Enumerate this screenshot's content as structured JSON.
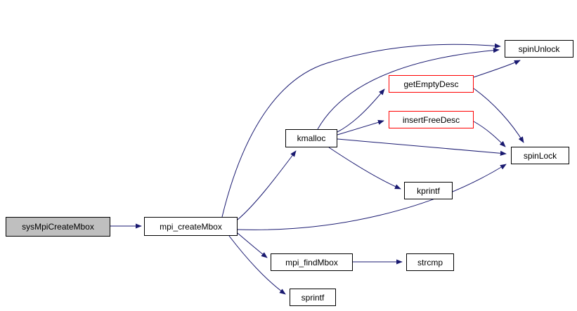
{
  "diagram": {
    "type": "call-graph",
    "root": "sysMpiCreateMbox",
    "nodes": [
      {
        "id": "sysMpiCreateMbox",
        "label": "sysMpiCreateMbox",
        "style": "current"
      },
      {
        "id": "mpi_createMbox",
        "label": "mpi_createMbox",
        "style": "normal"
      },
      {
        "id": "kmalloc",
        "label": "kmalloc",
        "style": "normal"
      },
      {
        "id": "getEmptyDesc",
        "label": "getEmptyDesc",
        "style": "truncated"
      },
      {
        "id": "insertFreeDesc",
        "label": "insertFreeDesc",
        "style": "truncated"
      },
      {
        "id": "spinUnlock",
        "label": "spinUnlock",
        "style": "normal"
      },
      {
        "id": "spinLock",
        "label": "spinLock",
        "style": "normal"
      },
      {
        "id": "kprintf",
        "label": "kprintf",
        "style": "normal"
      },
      {
        "id": "mpi_findMbox",
        "label": "mpi_findMbox",
        "style": "normal"
      },
      {
        "id": "strcmp",
        "label": "strcmp",
        "style": "normal"
      },
      {
        "id": "sprintf",
        "label": "sprintf",
        "style": "normal"
      }
    ],
    "edges": [
      {
        "from": "sysMpiCreateMbox",
        "to": "mpi_createMbox"
      },
      {
        "from": "mpi_createMbox",
        "to": "kmalloc"
      },
      {
        "from": "mpi_createMbox",
        "to": "spinUnlock"
      },
      {
        "from": "mpi_createMbox",
        "to": "spinLock"
      },
      {
        "from": "mpi_createMbox",
        "to": "mpi_findMbox"
      },
      {
        "from": "mpi_createMbox",
        "to": "sprintf"
      },
      {
        "from": "kmalloc",
        "to": "getEmptyDesc"
      },
      {
        "from": "kmalloc",
        "to": "insertFreeDesc"
      },
      {
        "from": "kmalloc",
        "to": "spinLock"
      },
      {
        "from": "kmalloc",
        "to": "spinUnlock"
      },
      {
        "from": "kmalloc",
        "to": "kprintf"
      },
      {
        "from": "getEmptyDesc",
        "to": "spinUnlock"
      },
      {
        "from": "getEmptyDesc",
        "to": "spinLock"
      },
      {
        "from": "insertFreeDesc",
        "to": "spinLock"
      },
      {
        "from": "mpi_findMbox",
        "to": "strcmp"
      }
    ],
    "colors": {
      "edge_color": "#191970",
      "node_border": "#000000",
      "truncated_border": "#ff0000",
      "current_fill": "#bfbfbf",
      "node_fill": "#ffffff",
      "background": "#ffffff",
      "label_color": "#000000"
    }
  }
}
